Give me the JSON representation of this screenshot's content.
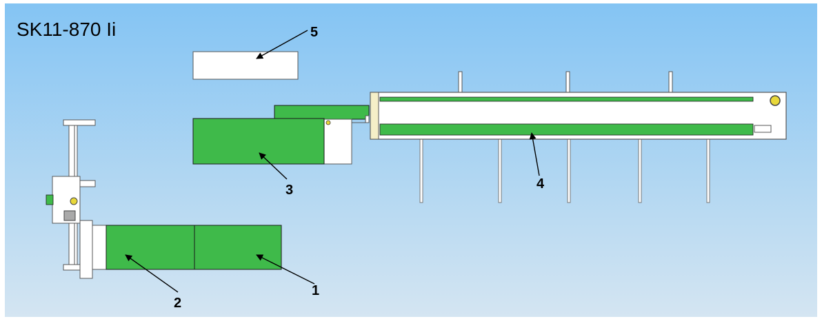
{
  "title": "SK11-870 Ii",
  "callouts": [
    {
      "id": "1",
      "label": "1"
    },
    {
      "id": "2",
      "label": "2"
    },
    {
      "id": "3",
      "label": "3"
    },
    {
      "id": "4",
      "label": "4"
    },
    {
      "id": "5",
      "label": "5"
    }
  ],
  "colors": {
    "background_top": "#84c4f3",
    "background_bottom": "#d4e5f2",
    "part_fill": "#3fba4a",
    "part_outline": "#1a1a1a",
    "frame_fill": "#ffffff",
    "frame_outline": "#555555",
    "pin": "#8a8a8a",
    "screw": "#e8d83a",
    "end_cap": "#f5efc8",
    "slider": "#a9a9a9"
  }
}
